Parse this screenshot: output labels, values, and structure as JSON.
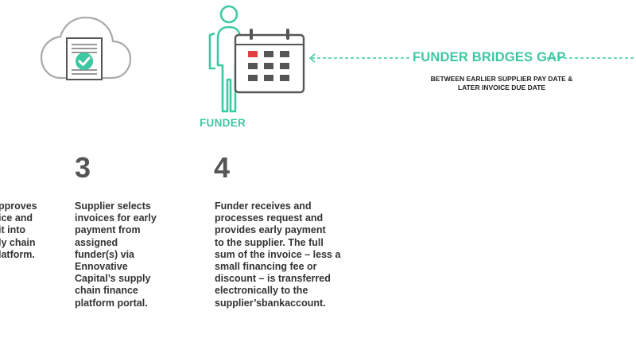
{
  "arrow": {
    "title": "FUNDER BRIDGES GAP",
    "subtitle": "BETWEEN EARLIER SUPPLIER PAY DATE &\nLATER INVOICE DUE DATE"
  },
  "funder": {
    "label": "FUNDER"
  },
  "steps": [
    {
      "text": "pproves\nice and\nit into\nly chain\nlatform."
    },
    {
      "number": "3",
      "text": "Supplier selects\ninvoices for early\npayment from\nassigned\nfunder(s) via\nEnnovative\nCapital’s supply\nchain finance\nplatform portal."
    },
    {
      "number": "4",
      "text": "Funder receives and\nprocesses request and\nprovides early payment\nto the supplier. The full\nsum of the invoice – less a\nsmall financing fee or\ndiscount – is transferred\nelectronically to the\nsupplier’sbankaccount."
    }
  ],
  "colors": {
    "accent": "#3cc9a2",
    "icon_gray": "#555555",
    "calendar_red": "#e04040"
  },
  "icons": [
    "cloud-icon",
    "invoice-icon",
    "check-icon",
    "person-icon",
    "calendar-icon",
    "arrow-left-icon"
  ]
}
